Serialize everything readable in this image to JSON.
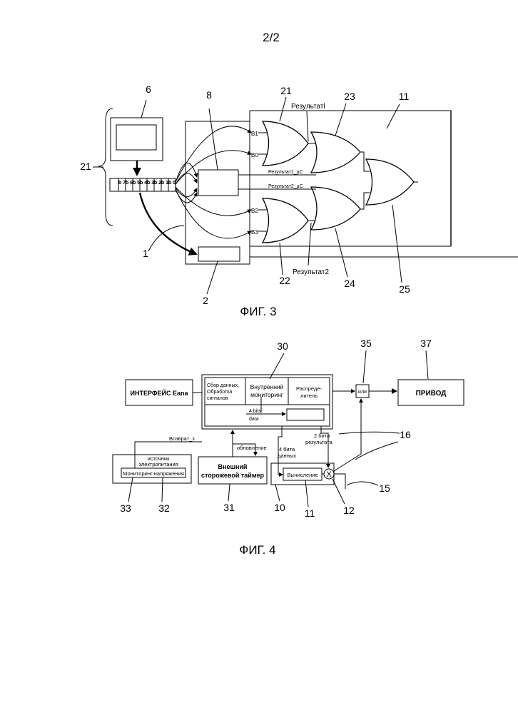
{
  "page_number": "2/2",
  "fig3": {
    "caption": "ФИГ. 3",
    "refs": {
      "r6": "6",
      "r8": "8",
      "r21_top": "21",
      "r23": "23",
      "r11": "11",
      "r21_left": "21",
      "r1": "1",
      "r2": "2",
      "r22": "22",
      "r24": "24",
      "r25": "25"
    },
    "labels": {
      "result1": "Результатl",
      "result2": "Результат2",
      "result1_uc": "Результат1_µC",
      "result2_uc": "Результат2_µC",
      "b1": "B1",
      "b0": "B0",
      "b2": "B2",
      "b3": "B3"
    },
    "register_bits": [
      "b 7",
      "b 6",
      "b 5",
      "b 4",
      "b 3",
      "b 2",
      "b 1",
      "b 0"
    ]
  },
  "fig4": {
    "caption": "ФИГ. 4",
    "refs": {
      "r30": "30",
      "r35": "35",
      "r37": "37",
      "r16": "16",
      "r15": "15",
      "r33": "33",
      "r32": "32",
      "r31": "31",
      "r10": "10",
      "r11": "11",
      "r12": "12"
    },
    "interface": "ИНТЕРФЕЙС Eana",
    "data_collection": [
      "Сбор данных,",
      "Обработка",
      "сигналов"
    ],
    "internal_monitoring": [
      "Внутренний",
      "мониторинг"
    ],
    "distributor": [
      "Распреде-",
      "литель"
    ],
    "bits_data": [
      "4 bits",
      "data"
    ],
    "or_label": "или",
    "drive": "ПРИВОД",
    "bits2_result": [
      "2 бита",
      "результата"
    ],
    "bits4_data": [
      "4 бита",
      "данных"
    ],
    "return": "Возврат_з",
    "update": "обновление",
    "power_source": [
      "источник",
      "электропитания"
    ],
    "voltage_monitoring": "Мониторинг напряжения",
    "watchdog": [
      "Внешний",
      "сторожевой таймер"
    ],
    "calculation": "Вычисление",
    "multiply": "X"
  }
}
